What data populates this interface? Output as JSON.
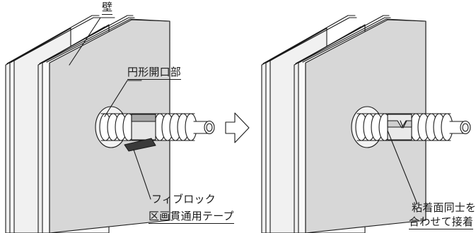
{
  "labels": {
    "wall": "壁",
    "circular_opening": "円形開口部",
    "tape_line1": "フィブロック",
    "tape_line2": "区画貫通用テープ",
    "bond_line1": "粘着面同士を",
    "bond_line2": "合わせて接着"
  },
  "colors": {
    "wall_fill": "#d7d7d7",
    "wall_edge": "#efefef",
    "line": "#1a1a1a",
    "tape_dark": "#3a3a3a",
    "tape_light": "#a8a8a8"
  },
  "icons": {
    "step_arrow": "right-arrow-outline"
  }
}
